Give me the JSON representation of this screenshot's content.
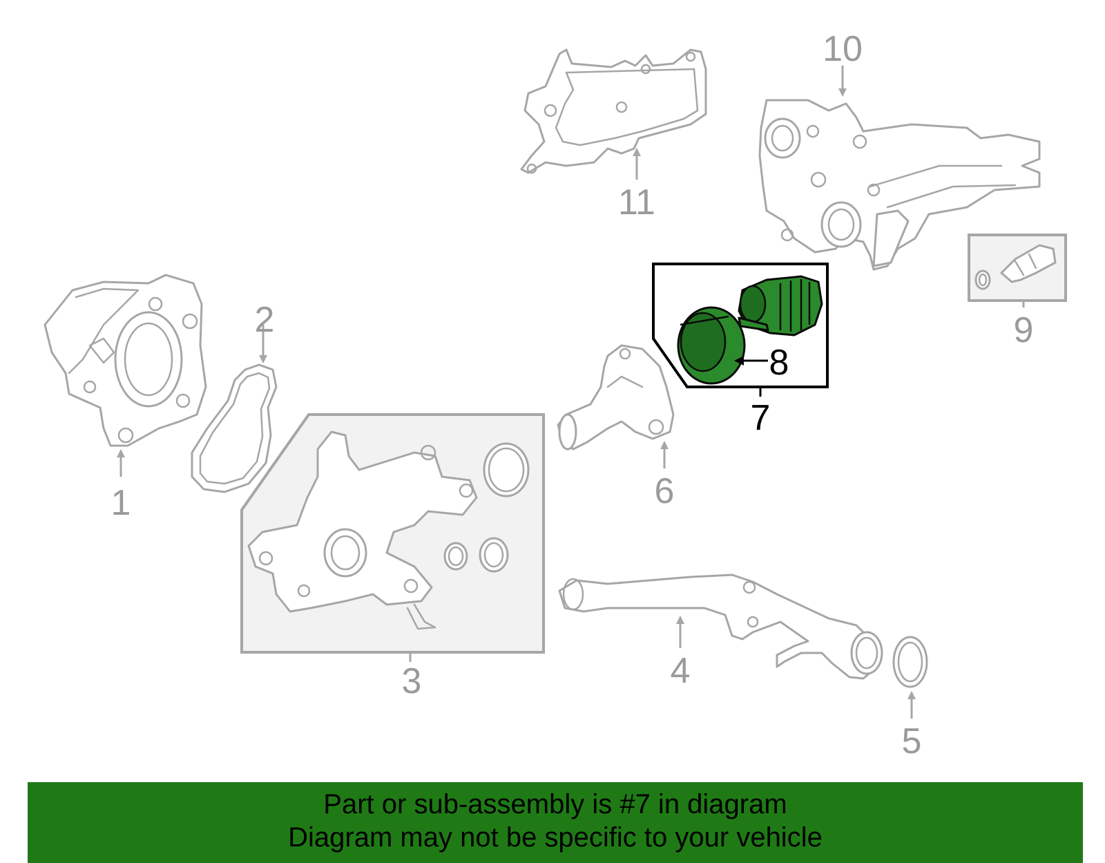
{
  "callouts": {
    "c1": "1",
    "c2": "2",
    "c3": "3",
    "c4": "4",
    "c5": "5",
    "c6": "6",
    "c7": "7",
    "c8": "8",
    "c9": "9",
    "c10": "10",
    "c11": "11"
  },
  "banner": {
    "line1": "Part or sub-assembly is #7 in diagram",
    "line2": "Diagram may not be specific to your vehicle"
  },
  "colors": {
    "highlight": "#2b8a2b",
    "banner": "#1f7a16",
    "part_outline": "#a6a6a6"
  }
}
